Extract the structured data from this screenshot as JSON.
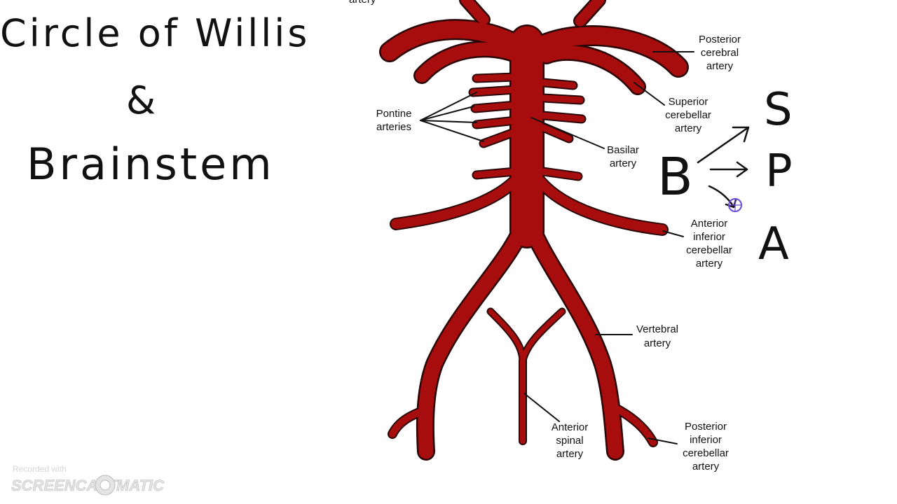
{
  "title": {
    "line1": "Circle of Willis",
    "line2": "&",
    "line3": "Brainstem"
  },
  "labels": {
    "top_cut": "artery",
    "posterior_cerebral": [
      "Posterior",
      "cerebral",
      "artery"
    ],
    "superior_cerebellar": [
      "Superior",
      "cerebellar",
      "artery"
    ],
    "pontine": [
      "Pontine",
      "arteries"
    ],
    "basilar": [
      "Basilar",
      "artery"
    ],
    "aica": [
      "Anterior",
      "inferior",
      "cerebellar",
      "artery"
    ],
    "vertebral": [
      "Vertebral",
      "artery"
    ],
    "anterior_spinal": [
      "Anterior",
      "spinal",
      "artery"
    ],
    "pica": [
      "Posterior",
      "inferior",
      "cerebellar",
      "artery"
    ]
  },
  "annotation": {
    "source": "B",
    "targets": [
      "S",
      "P",
      "A"
    ]
  },
  "watermark": {
    "recorded_with": "Recorded with",
    "brand_left": "SCREENCAST",
    "brand_right": "MATIC"
  },
  "colors": {
    "artery": "#a80d0d",
    "ink": "#111111"
  }
}
